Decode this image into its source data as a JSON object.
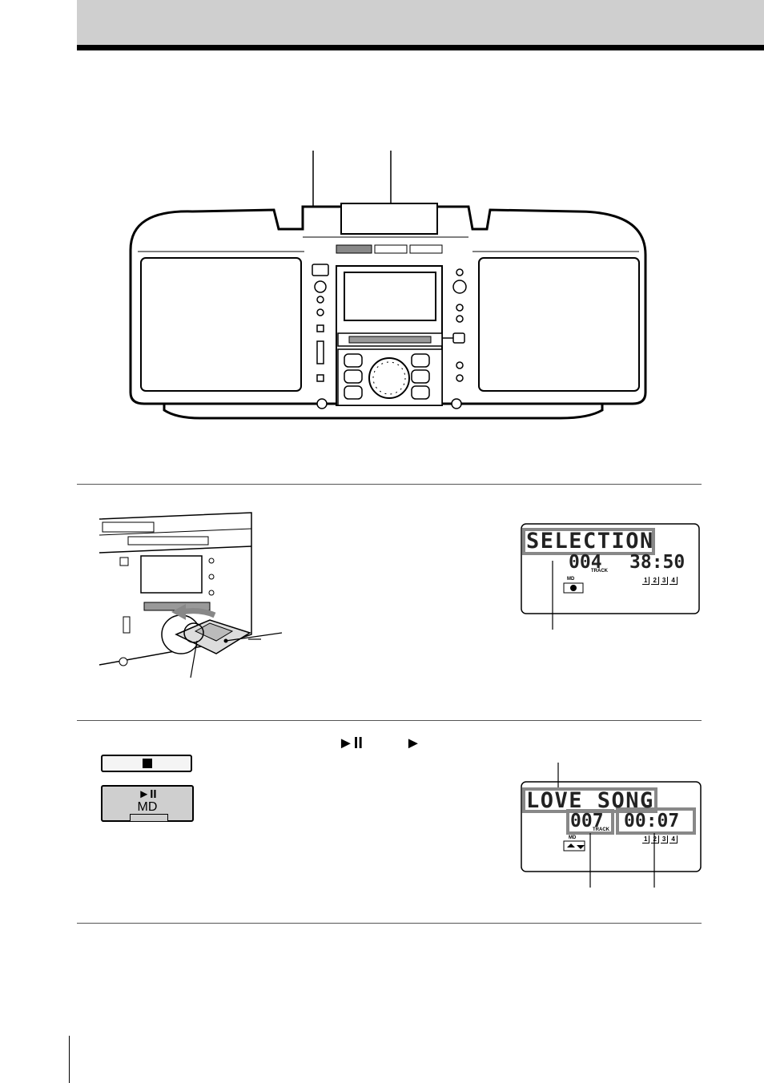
{
  "buttons": {
    "md_play_pause_glyph": "►II",
    "md_label": "MD"
  },
  "text_glyphs": {
    "play_pause": "►II",
    "play": "►"
  },
  "display1": {
    "title": "SELECTION",
    "track": "004",
    "time": "38:50",
    "track_label": "TRACK",
    "source_label": "MD",
    "segments": [
      "1",
      "2",
      "3",
      "4"
    ]
  },
  "display2": {
    "title": "LOVE SONG",
    "track": "007",
    "time": "00:07",
    "track_label": "TRACK",
    "source_label": "MD",
    "segments": [
      "1",
      "2",
      "3",
      "4"
    ]
  }
}
